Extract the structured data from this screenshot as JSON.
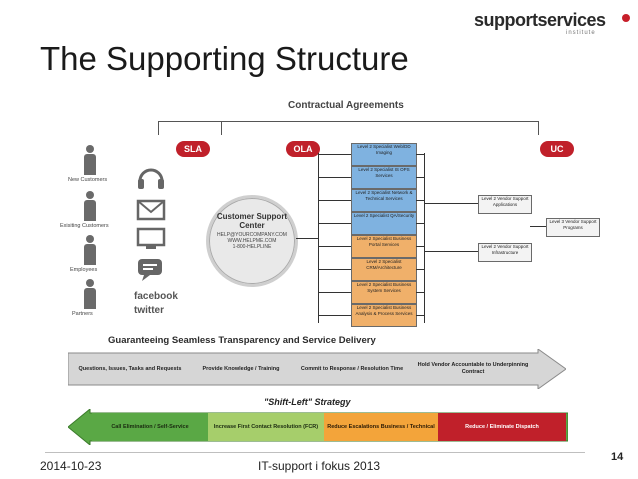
{
  "slide": {
    "title": "The Supporting Structure",
    "footer_date": "2014-10-23",
    "footer_center": "IT-support i fokus 2013",
    "page_number": "14"
  },
  "logo": {
    "name": "supportservices",
    "subtitle": "institute",
    "accent_color": "#c71f2a"
  },
  "diagram": {
    "header": "Contractual Agreements",
    "agreements": [
      "SLA",
      "OLA",
      "UC"
    ],
    "customers": [
      "New Customers",
      "Exisiting Customers",
      "Employees",
      "Partners"
    ],
    "channels": [
      "headset-icon",
      "mail-icon",
      "monitor-icon",
      "chat-icon"
    ],
    "social": [
      "facebook",
      "twitter"
    ],
    "center": {
      "title": "Customer Support Center",
      "email": "HELP@YOURCOMPANY.COM",
      "web": "WWW.HELPME.COM",
      "phone": "1-800-HELPLINE"
    },
    "level2": [
      {
        "label": "Level 2 Specialist Web/DD Imaging",
        "color": "#7fb2e0"
      },
      {
        "label": "Level 2 Specialist IS OPS Services",
        "color": "#7fb2e0"
      },
      {
        "label": "Level 2 Specialist Network & Technical Services",
        "color": "#7fb2e0"
      },
      {
        "label": "Level 2 Specialist QA/Security",
        "color": "#7fb2e0"
      },
      {
        "label": "Level 2 Specialist Business Portal Services",
        "color": "#f0b06a"
      },
      {
        "label": "Level 2 Specialist CRM/Architecture",
        "color": "#f0b06a"
      },
      {
        "label": "Level 2 Specialist Business System Services",
        "color": "#f0b06a"
      },
      {
        "label": "Level 2 Specialist Business Analysis & Process Services",
        "color": "#f0b06a"
      }
    ],
    "vendor": [
      "Level 2 Vendor Support Applications",
      "Level 3 Vendor Support Programs",
      "Level 2 Vendor Support Infrastructure"
    ],
    "band_title": "Guaranteeing Seamless Transparency and Service Delivery",
    "band_items": [
      "Questions, Issues, Tasks and Requests",
      "Provide Knowledge / Training",
      "Commit to Response / Resolution Time",
      "Hold Vendor Accountable to Underpinning Contract"
    ],
    "shift_title": "\"Shift-Left\" Strategy",
    "shift_items": [
      {
        "label": "Call Elimination / Self-Service",
        "color": "#5aa845",
        "text_color": "#1a2a10"
      },
      {
        "label": "Increase First Contact Resolution (FCR)",
        "color": "#a6ce6b",
        "text_color": "#1a2a10"
      },
      {
        "label": "Reduce Escalations Business / Technical",
        "color": "#f3a43a",
        "text_color": "#2a1a05"
      },
      {
        "label": "Reduce / Eliminate Dispatch",
        "color": "#c0202a",
        "text_color": "#ffffff"
      }
    ]
  }
}
